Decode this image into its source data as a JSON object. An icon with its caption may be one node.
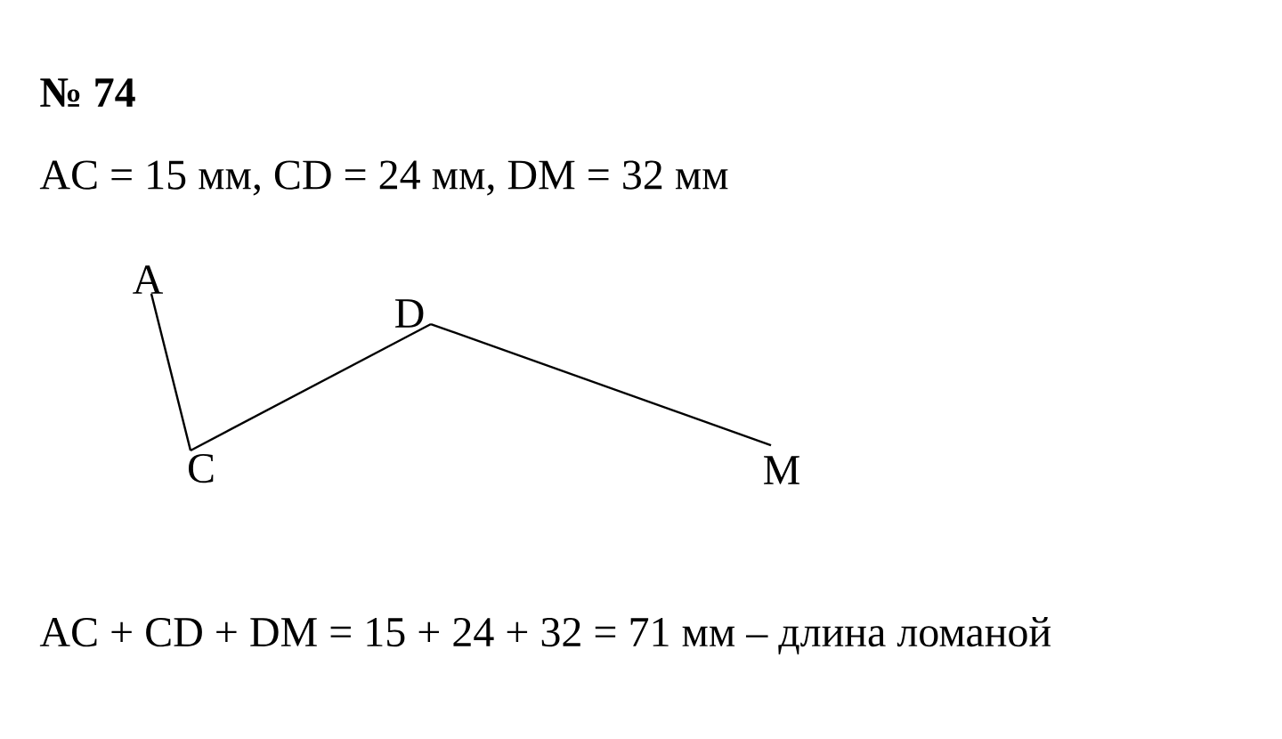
{
  "diagram": {
    "title": "№ 74",
    "nodes": [
      {
        "text": [
          "A"
        ]
      },
      {
        "text": [
          "C"
        ]
      },
      {
        "text": [
          "D"
        ]
      },
      {
        "text": [
          "M"
        ]
      }
    ],
    "edges": [
      {
        "from": 0,
        "to": 1,
        "arrow": "none"
      },
      {
        "from": 1,
        "to": 2,
        "arrow": "none"
      },
      {
        "from": 2,
        "to": 3,
        "arrow": "none"
      }
    ],
    "labels": [
      "AC = 15 мм, CD = 24 мм, DM = 32 мм"
    ],
    "caption": "AC + CD + DM = 15 + 24 + 32 = 71 мм – длина ломаной"
  }
}
